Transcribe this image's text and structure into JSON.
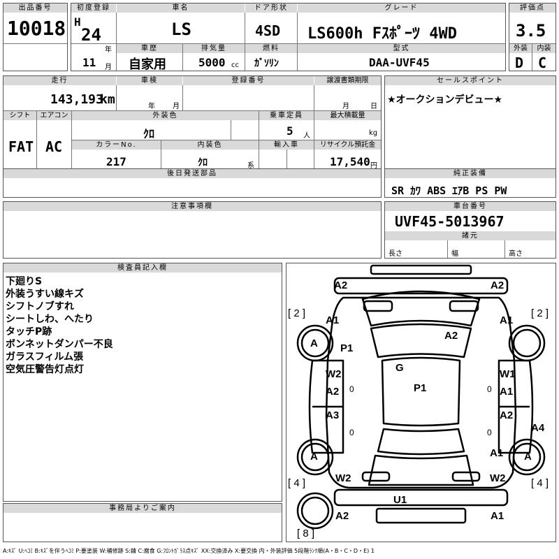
{
  "header": {
    "lot_label": "出品番号",
    "lot": "10018",
    "reg_label": "初度登録",
    "era": "H",
    "year": "24",
    "year_unit": "年",
    "month": "11",
    "month_unit": "月",
    "name_label": "車名",
    "name": "LS",
    "door_label": "ドア形状",
    "door": "4SD",
    "grade_label": "グレード",
    "grade": "LS600h Fｽﾎﾟｰﾂ 4WD",
    "score_label": "評価点",
    "score": "3.5",
    "history_label": "車歴",
    "history": "自家用",
    "displacement_label": "排気量",
    "displacement": "5000",
    "displacement_unit": "cc",
    "fuel_label": "燃料",
    "fuel": "ｶﾞｿﾘﾝ",
    "model_label": "型式",
    "model": "DAA-UVF45",
    "ext_label": "外装",
    "ext_grade": "D",
    "int_label": "内装",
    "int_grade": "C"
  },
  "specs": {
    "mileage_label": "走行",
    "mileage": "143,193",
    "mileage_unit": "km",
    "inspection_label": "車検",
    "insp_year": "年",
    "insp_month": "月",
    "regno_label": "登録番号",
    "transfer_label": "譲渡書類期限",
    "transfer_month": "月",
    "transfer_day": "日",
    "shift_label": "シフト",
    "shift": "FAT",
    "ac_label": "エアコン",
    "ac": "AC",
    "color_label": "外装色",
    "color": "ｸﾛ",
    "capacity_label": "乗車定員",
    "capacity": "5",
    "capacity_unit": "人",
    "load_label": "最大積載量",
    "load_unit": "kg",
    "colorno_label": "カラーNo.",
    "colorno": "217",
    "interior_label": "内装色",
    "interior": "ｸﾛ",
    "interior_unit": "系",
    "import_label": "輸入車",
    "recycle_label": "リサイクル預託金",
    "recycle": "17,540",
    "recycle_unit": "円"
  },
  "sales": {
    "label": "セールスポイント",
    "text": "★オークションデビュー★"
  },
  "later_parts": {
    "label": "後日発送部品"
  },
  "equipment": {
    "label": "純正装備",
    "items": "SR ｶﾜ ABS ｴｱB PS PW"
  },
  "caution": {
    "label": "注意事項欄"
  },
  "chassis": {
    "label": "車台番号",
    "number": "UVF45-5013967"
  },
  "dims": {
    "label": "諸元",
    "length": "長さ",
    "width": "幅",
    "height": "高さ"
  },
  "inspector": {
    "label": "検査員記入欄",
    "notes": [
      "下廻りS",
      "外装うすい線キズ",
      "シフトノブすれ",
      "シートしわ、へたり",
      "タッチP跡",
      "ボンネットダンパー不良",
      "ガラスフィルム張",
      "空気圧警告灯点灯"
    ]
  },
  "office": {
    "label": "事務局よりご案内"
  },
  "diagram": {
    "marks": {
      "a2_tl": "A2",
      "a2_tr": "A2",
      "tire_tl": "[ 2 ]",
      "tire_tr": "[ 2 ]",
      "a1_l": "A1",
      "a1_r": "A1",
      "a_l1": "A",
      "p1_l": "P1",
      "a2_hood": "A2",
      "g": "G",
      "w2_l": "W2",
      "w1_r": "W1",
      "a2_l": "A2",
      "a1_mr": "A1",
      "p1_roof": "P1",
      "a3_l": "A3",
      "a2_r": "A2",
      "a4_r": "A4",
      "a_l2": "A",
      "a_r2": "A",
      "a1_r2": "A1",
      "tire_bl": "[ 4 ]",
      "tire_br": "[ 4 ]",
      "w2_bl": "W2",
      "w2_br": "W2",
      "u1": "U1",
      "a2_bl": "A2",
      "a1_br": "A1",
      "spare": "[ 8 ]",
      "zero1": "0",
      "zero2": "0",
      "zero3": "0",
      "zero4": "0"
    }
  },
  "legend": "A:ｷｽﾞ U:ﾍｺﾐ B:ｷｽﾞを伴うﾍｺﾐ P:要塗装 W:補修跡 S:錆 C:腐食 G:ﾌﾛﾝﾄｶﾞﾗｽ点ｷｽﾞ XX:交換済み X:要交換 内・外装評価 5段階ﾗﾝｸ順(A・B・C・D・E) 1"
}
